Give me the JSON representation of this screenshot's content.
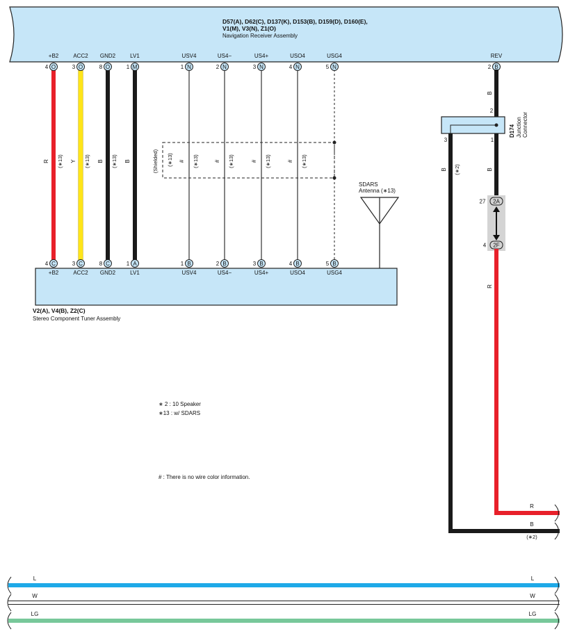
{
  "top_assembly": {
    "codes_line1": "D57(A), D62(C), D137(K), D153(B), D159(D), D160(E),",
    "codes_line2": "V1(M), V3(N), Z1(O)",
    "name": "Navigation Receiver Assembly"
  },
  "bottom_assembly": {
    "codes": "V2(A), V4(B), Z2(C)",
    "name": "Stereo Component Tuner Assembly"
  },
  "top_terminals": [
    {
      "label": "+B2",
      "num": "4",
      "conn": "O"
    },
    {
      "label": "ACC2",
      "num": "3",
      "conn": "O"
    },
    {
      "label": "GND2",
      "num": "8",
      "conn": "O"
    },
    {
      "label": "LV1",
      "num": "1",
      "conn": "M"
    },
    {
      "label": "USV4",
      "num": "1",
      "conn": "N"
    },
    {
      "label": "US4−",
      "num": "2",
      "conn": "N"
    },
    {
      "label": "US4+",
      "num": "3",
      "conn": "N"
    },
    {
      "label": "USO4",
      "num": "4",
      "conn": "N"
    },
    {
      "label": "USG4",
      "num": "5",
      "conn": "N"
    },
    {
      "label": "REV",
      "num": "2",
      "conn": "B"
    }
  ],
  "bottom_terminals": [
    {
      "label": "+B2",
      "num": "4",
      "conn": "C"
    },
    {
      "label": "ACC2",
      "num": "3",
      "conn": "C"
    },
    {
      "label": "GND2",
      "num": "8",
      "conn": "C"
    },
    {
      "label": "LV1",
      "num": "1",
      "conn": "A"
    },
    {
      "label": "USV4",
      "num": "1",
      "conn": "B"
    },
    {
      "label": "US4−",
      "num": "2",
      "conn": "B"
    },
    {
      "label": "US4+",
      "num": "3",
      "conn": "B"
    },
    {
      "label": "USO4",
      "num": "4",
      "conn": "B"
    },
    {
      "label": "USG4",
      "num": "5",
      "conn": "B"
    }
  ],
  "wires": [
    {
      "color_code": "R",
      "note": "(∗13)",
      "hex": "#e8202a"
    },
    {
      "color_code": "Y",
      "note": "(∗13)",
      "hex": "#ffe51a"
    },
    {
      "color_code": "B",
      "note": "(∗13)",
      "hex": "#1a1a1a"
    },
    {
      "color_code": "B",
      "note": "(Shielded)",
      "hex": "#1a1a1a"
    },
    {
      "color_code": "#",
      "note": "(∗13)",
      "hex": "#333333"
    },
    {
      "color_code": "#",
      "note": "(∗13)",
      "hex": "#333333"
    },
    {
      "color_code": "#",
      "note": "(∗13)",
      "hex": "#333333"
    },
    {
      "color_code": "#",
      "note": "(∗13)",
      "hex": "#333333"
    }
  ],
  "shield_note": "(∗13)",
  "antenna": {
    "line1": "SDARS",
    "line2": "Antenna (∗13)"
  },
  "junction": {
    "code": "D174",
    "name_line1": "Junction",
    "name_line2": "Connector",
    "pin_top": "2",
    "pin_left": "3",
    "pin_right": "1"
  },
  "rev_wire": {
    "color_top": "B",
    "color_mid": "B",
    "color_left": "B",
    "left_note": "(∗2)",
    "color_red": "R"
  },
  "inline_connector": {
    "top_pin": "27",
    "top_conn": "2A",
    "bottom_pin": "4",
    "bottom_conn": "2F"
  },
  "exit_wires": {
    "red_label": "R",
    "black_label": "B",
    "black_note": "(∗2)"
  },
  "notes": [
    "∗ 2 : 10 Speaker",
    "∗13 : w/ SDARS"
  ],
  "hash_note": "# : There is no wire color information.",
  "bottom_bus": [
    {
      "label": "L",
      "hex": "#1ea9e8"
    },
    {
      "label": "W",
      "hex": "#ffffff"
    },
    {
      "label": "LG",
      "hex": "#78c89a"
    }
  ],
  "colors": {
    "assembly_fill": "#c6e6f8",
    "connector_gray": "#d4d4d4"
  }
}
